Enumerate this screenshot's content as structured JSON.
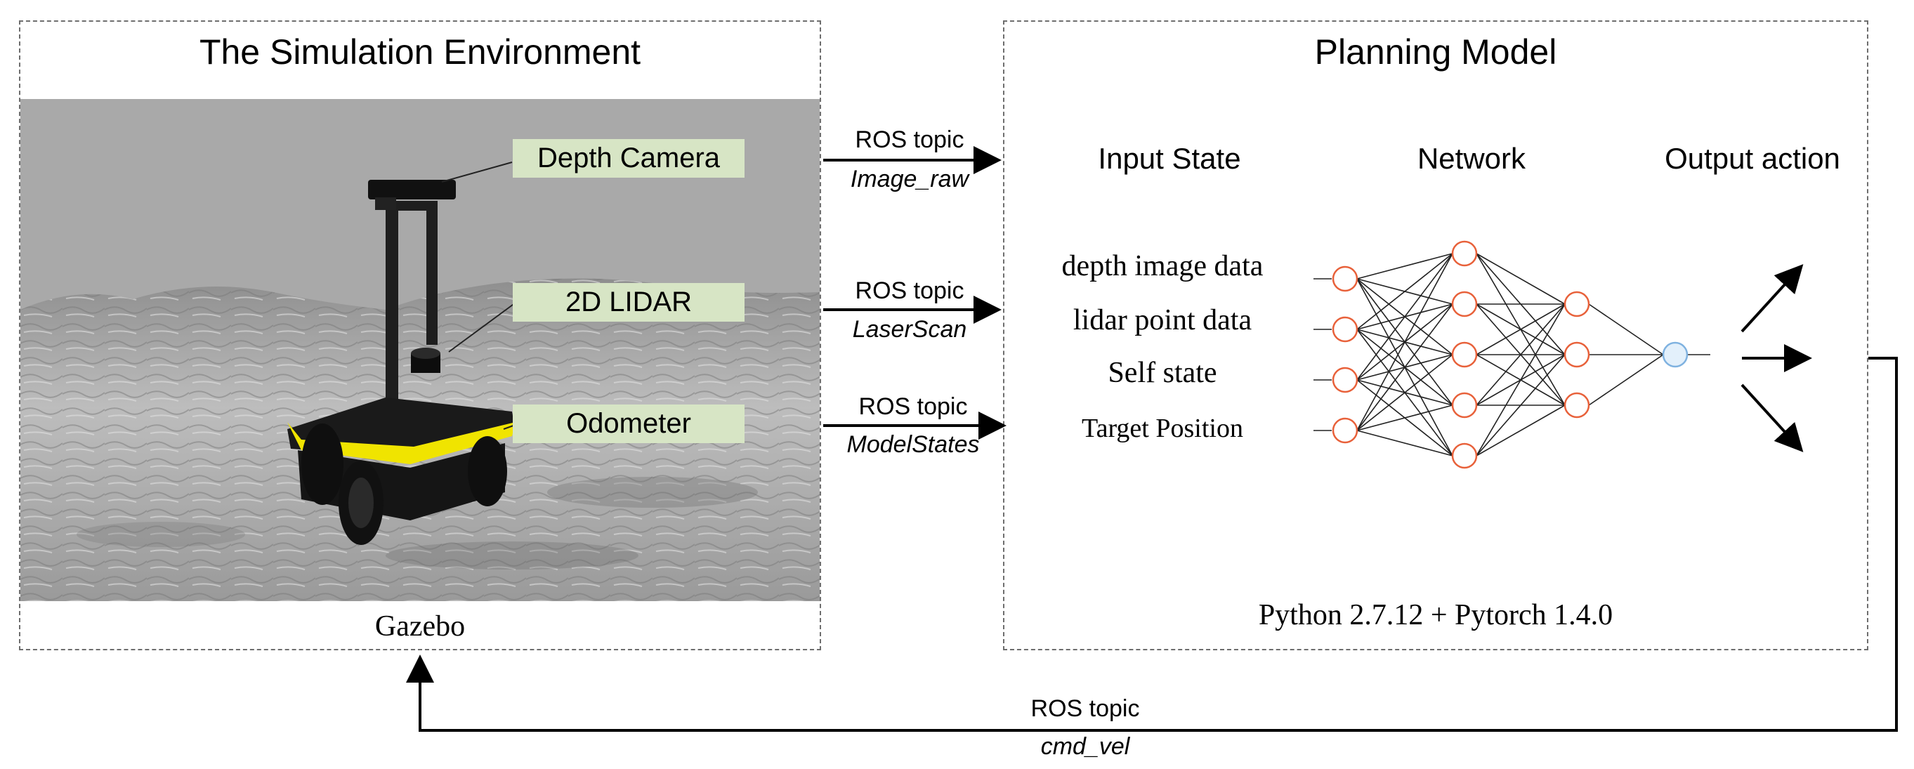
{
  "simulation": {
    "title": "The Simulation Environment",
    "footer": "Gazebo",
    "sensors": [
      "Depth Camera",
      "2D LIDAR",
      "Odometer"
    ]
  },
  "planning": {
    "title": "Planning Model",
    "columns": [
      "Input State",
      "Network",
      "Output action"
    ],
    "inputs": [
      "depth image data",
      "lidar point data",
      "Self state",
      "Target Position"
    ],
    "footer": "Python 2.7.12 + Pytorch 1.4.0"
  },
  "topics": [
    {
      "label": "ROS topic",
      "name": "Image_raw"
    },
    {
      "label": "ROS topic",
      "name": "LaserScan"
    },
    {
      "label": "ROS topic",
      "name": "ModelStates"
    },
    {
      "label": "ROS topic",
      "name": "cmd_vel"
    }
  ],
  "network": {
    "layer_sizes": [
      4,
      5,
      3,
      1
    ],
    "node_color": "#e8613a",
    "output_node_color": "#7fb2e0",
    "output_fill": "#e3f0fb"
  },
  "colors": {
    "sensor_label_bg": "#d7e5c5",
    "sky": "#a9a9a9",
    "robot_accent": "#f0e400",
    "panel_border": "#6e6e6e"
  }
}
